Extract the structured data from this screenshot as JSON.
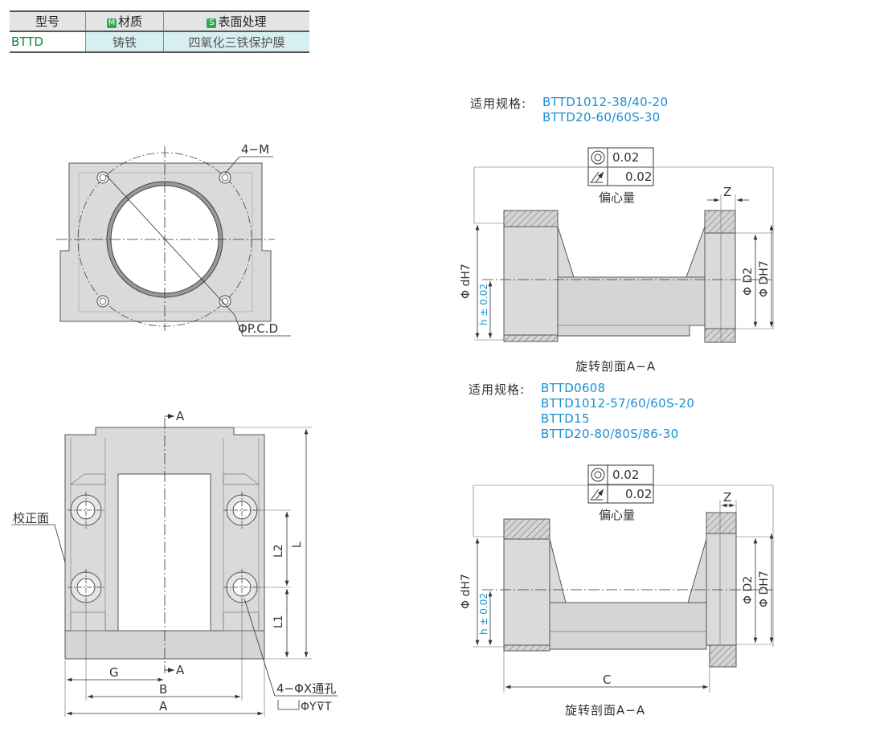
{
  "table": {
    "headers": {
      "model": "型号",
      "material": "材质",
      "surface": "表面处理"
    },
    "badges": {
      "material": "M",
      "surface": "S"
    },
    "row": {
      "model": "BTTD",
      "material": "铸铁",
      "surface": "四氧化三铁保护膜"
    }
  },
  "top_view": {
    "label_holes": "4−M",
    "label_pcd": "ΦP.C.D"
  },
  "front_view": {
    "label_ref_face": "校正面",
    "label_section": "A",
    "label_L": "L",
    "label_L1": "L1",
    "label_L2": "L2",
    "label_G": "G",
    "label_B": "B",
    "label_A": "A",
    "label_holes": "4−ΦX通孔",
    "label_counterbore": "ΦY⊽T"
  },
  "section1": {
    "spec_label": "适用规格:",
    "specs": [
      "BTTD1012-38/40-20",
      "BTTD20-60/60S-30"
    ],
    "tolerance_concentricity": "0.02",
    "tolerance_runout": "0.02",
    "eccentricity_label": "偏心量",
    "label_Z": "Z",
    "label_d": "Φ dH7",
    "label_h": "h ± 0.02",
    "label_D2": "Φ D2",
    "label_D": "Φ DH7",
    "caption": "旋转剖面A−A"
  },
  "section2": {
    "spec_label": "适用规格:",
    "specs": [
      "BTTD0608",
      "BTTD1012-57/60/60S-20",
      "BTTD15",
      "BTTD20-80/80S/86-30"
    ],
    "tolerance_concentricity": "0.02",
    "tolerance_runout": "0.02",
    "eccentricity_label": "偏心量",
    "label_Z": "Z",
    "label_d": "Φ dH7",
    "label_h": "h ± 0.02",
    "label_D2": "Φ D2",
    "label_D": "Φ DH7",
    "label_C": "C",
    "caption": "旋转剖面A−A"
  },
  "colors": {
    "part_fill": "#d9dadb",
    "accent_blue": "#1a8fd6",
    "accent_green": "#2fa84f",
    "table_cell": "#d8eff1",
    "model_text": "#0d8a3c"
  }
}
